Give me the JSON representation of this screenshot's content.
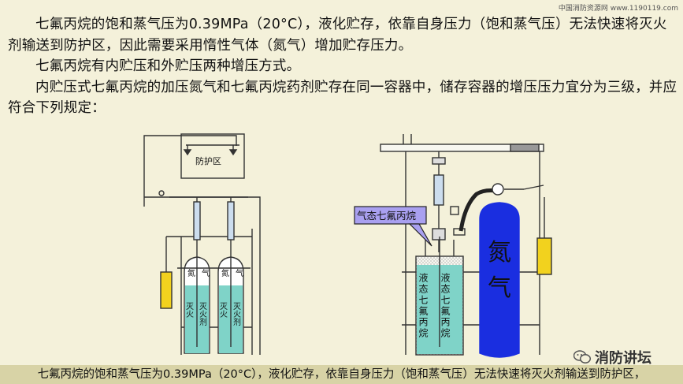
{
  "watermark": "中国消防资源网 www.1190119.com",
  "paragraphs": [
    "七氟丙烷的饱和蒸气压为0.39MPa（20°C），液化贮存，依靠自身压力（饱和蒸气压）无法快速将灭火剂输送到防护区，因此需要采用惰性气体（氮气）增加贮存压力。",
    "七氟丙烷有内贮压和外贮压两种增压方式。",
    "内贮压式七氟丙烷的加压氮气和七氟丙烷药剂贮存在同一容器中，储存容器的增压压力宜分为三级，并应符合下列规定："
  ],
  "left_diagram": {
    "protect_zone": "防护区",
    "cylinder_1": {
      "top_left": "氮",
      "top_right": "气",
      "left_col": "灭火",
      "right_col": "灭火剂"
    },
    "cylinder_2": {
      "top_left": "氮",
      "top_right": "气",
      "left_col": "灭火",
      "right_col": "灭火剂"
    }
  },
  "right_diagram": {
    "callout": "气态七氟丙烷",
    "liquid_label_1": "液态七氟丙烷",
    "liquid_label_2": "液态七氟丙烷",
    "nitrogen_1": "氮",
    "nitrogen_2": "气"
  },
  "logo": {
    "text": "消防讲坛",
    "icon": "wechat-icon"
  },
  "bottom_caption": "七氟丙烷的饱和蒸气压为0.39MPa（20°C），液化贮存，依靠自身压力（饱和蒸气压）无法快速将灭火剂输送到防护区，",
  "colors": {
    "background": "#f4f1da",
    "liquid": "#7fd3c8",
    "nitrogen": "#1a2ee0",
    "callout": "#a9a0f0",
    "yellow": "#f2d21e",
    "bar": "#d8d3a6"
  }
}
